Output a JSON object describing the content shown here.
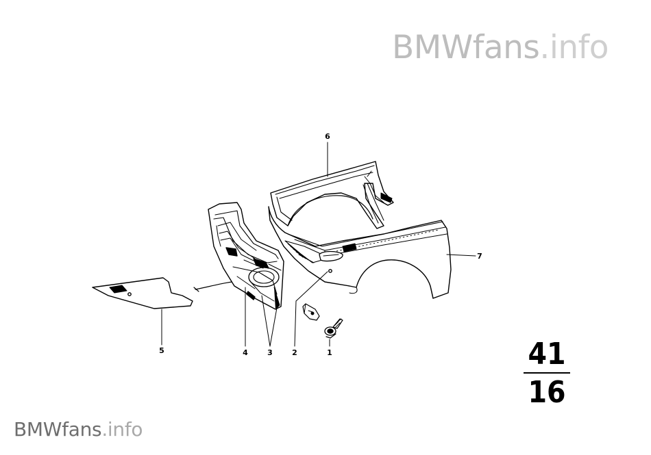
{
  "watermark": {
    "top_brand": "BMWfans",
    "top_suffix": ".info",
    "bottom_brand": "BMWfans",
    "bottom_suffix": ".info"
  },
  "callouts": {
    "part_1": "1",
    "part_2": "2",
    "part_3": "3",
    "part_4": "4",
    "part_5": "5",
    "part_6": "6",
    "part_7": "7"
  },
  "group_code": {
    "main_group": "41",
    "sub_group": "16"
  }
}
